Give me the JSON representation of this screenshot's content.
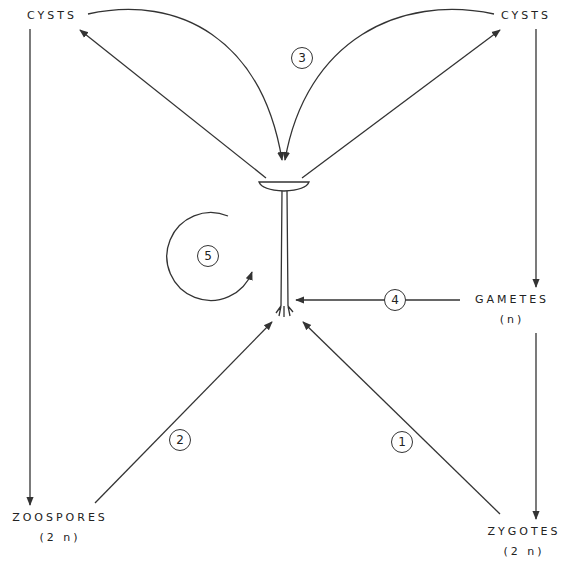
{
  "diagram": {
    "nodes": [
      {
        "text": [
          "CYSTS"
        ]
      },
      {
        "text": [
          "CYSTS"
        ]
      },
      {
        "text": [
          "GAMETES (n)"
        ]
      },
      {
        "text": [
          "ZYGOTES (2 n)"
        ]
      },
      {
        "text": [
          "ZOOSPORES (2 n)"
        ]
      }
    ],
    "edges": [
      {
        "from": 0,
        "to": 4,
        "arrow": "to"
      },
      {
        "from": 1,
        "to": 2,
        "arrow": "to"
      },
      {
        "from": 2,
        "to": 3,
        "arrow": "to"
      }
    ],
    "labels": [
      "3",
      "4",
      "2",
      "1",
      "5"
    ]
  }
}
